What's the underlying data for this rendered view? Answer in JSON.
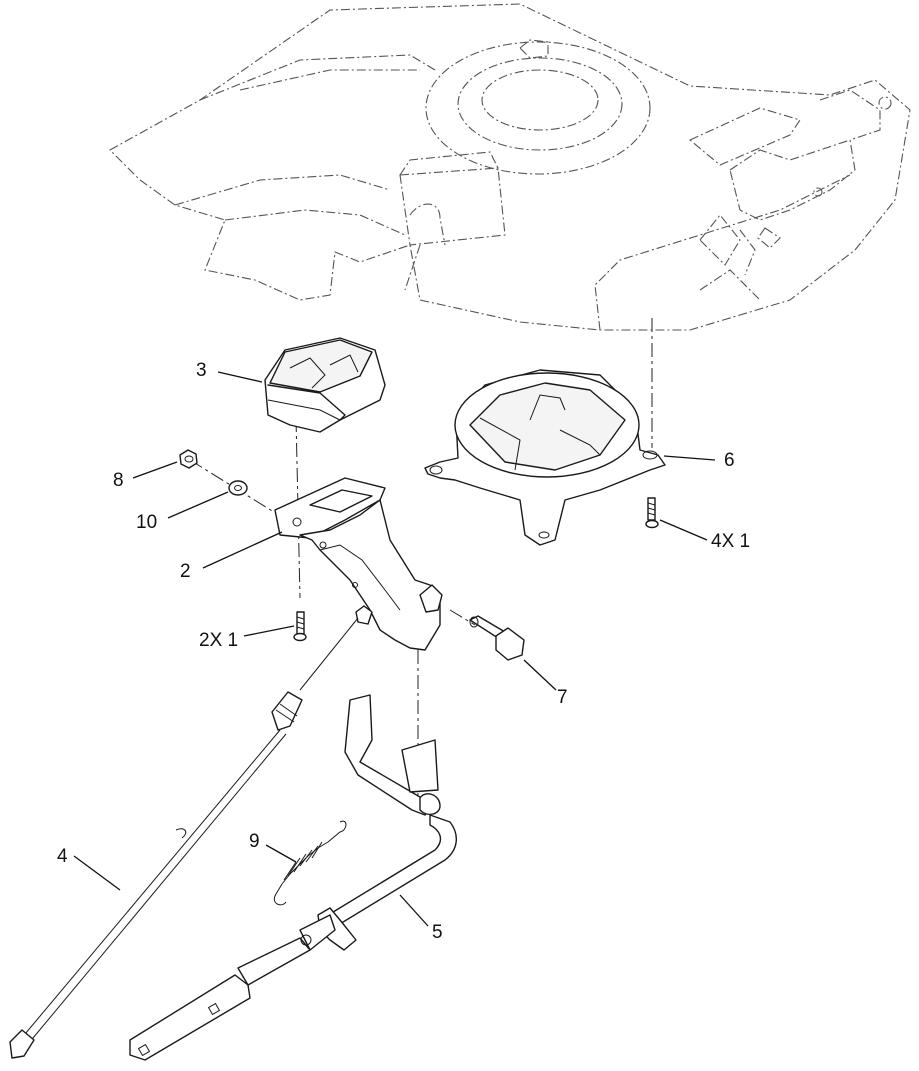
{
  "callouts": {
    "c1": "3",
    "c2": "8",
    "c3": "10",
    "c4": "2",
    "c5": "2X 1",
    "c6": "6",
    "c7": "4X 1",
    "c8": "7",
    "c9": "9",
    "c10": "4",
    "c11": "5"
  }
}
